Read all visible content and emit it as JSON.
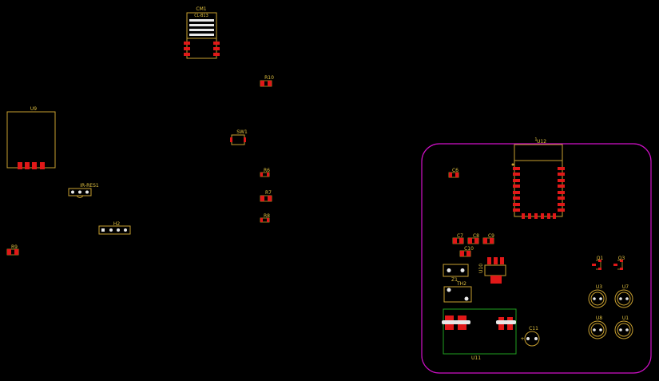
{
  "colors": {
    "background": "#000000",
    "silkscreen": "#c8a030",
    "pad": "#e01818",
    "board_edge": "#d010c8",
    "courtyard": "#20a020"
  },
  "designators": {
    "cm1": "CM1",
    "cm1_sub": "CL-B13",
    "r10": "R10",
    "u9": "U9",
    "sw1": "SW1",
    "r6": "R6",
    "r7": "R7",
    "r8": "R8",
    "ir_res1": "IR-RES1",
    "h2": "H2",
    "r9": "R9",
    "u12": "U12",
    "u12_pin1": "1",
    "c6": "C6",
    "c7": "C7",
    "c8": "C8",
    "c9": "C9",
    "c10": "C10",
    "u10": "U10",
    "z1": "Z1",
    "th2": "TH2",
    "q1": "Q1",
    "q3": "Q3",
    "u3": "U3",
    "u7": "U7",
    "u8": "U8",
    "u1": "U1",
    "c11": "C11",
    "c11_plus": "+",
    "u11": "U11"
  }
}
